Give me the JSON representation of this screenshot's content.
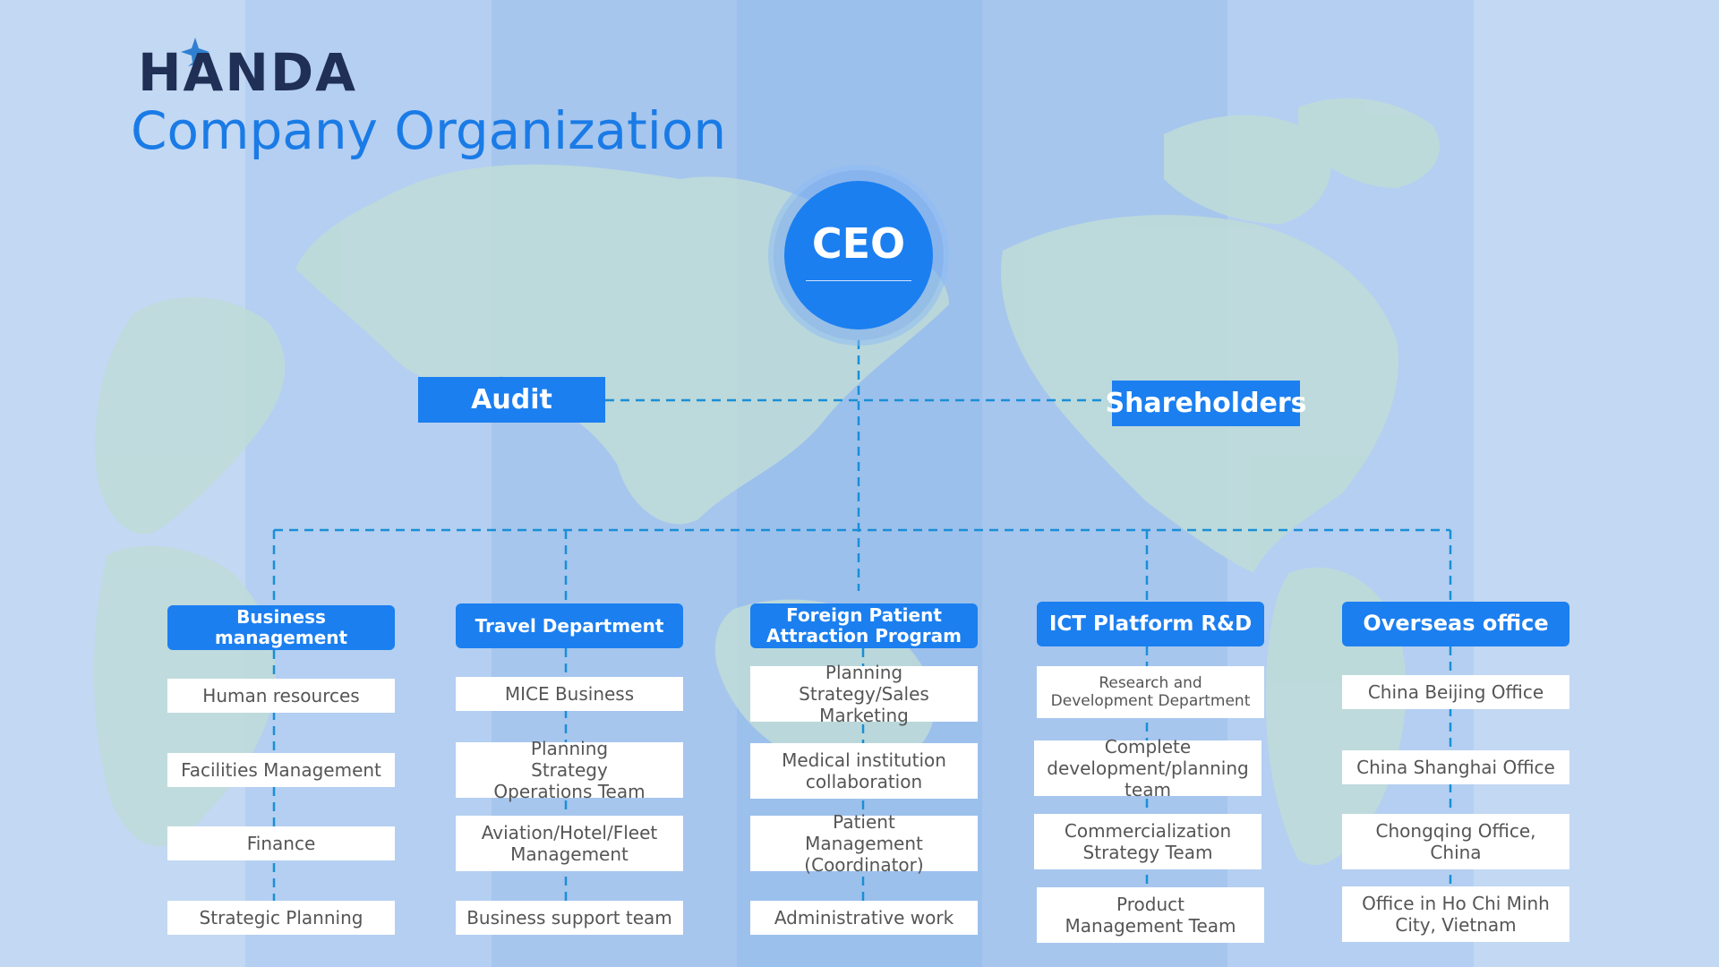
{
  "header": {
    "logo_text": "HANDA",
    "title": "Company Organization"
  },
  "chart": {
    "ceo": "CEO",
    "audit": "Audit",
    "shareholders": "Shareholders",
    "departments": [
      {
        "name": "Business management",
        "items": [
          "Human resources",
          "Facilities Management",
          "Finance",
          "Strategic Planning"
        ]
      },
      {
        "name": "Travel Department",
        "items": [
          "MICE Business",
          "Planning Strategy Operations Team",
          "Aviation/Hotel/Fleet Management",
          "Business support team"
        ]
      },
      {
        "name": "Foreign Patient Attraction Program",
        "items": [
          "Planning Strategy/Sales Marketing",
          "Medical institution collaboration",
          "Patient Management (Coordinator)",
          "Administrative work"
        ]
      },
      {
        "name": "ICT Platform R&D",
        "items": [
          "Research and Development Department",
          "Complete development/planning team",
          "Commercialization Strategy Team",
          "Product Management Team"
        ]
      },
      {
        "name": "Overseas office",
        "items": [
          "China Beijing Office",
          "China Shanghai Office",
          "Chongqing Office, China",
          "Office in Ho Chi Minh City, Vietnam"
        ]
      }
    ]
  },
  "colors": {
    "accent": "#1b7ff0",
    "title": "#1a7be6",
    "connector": "#1a8fd6"
  }
}
